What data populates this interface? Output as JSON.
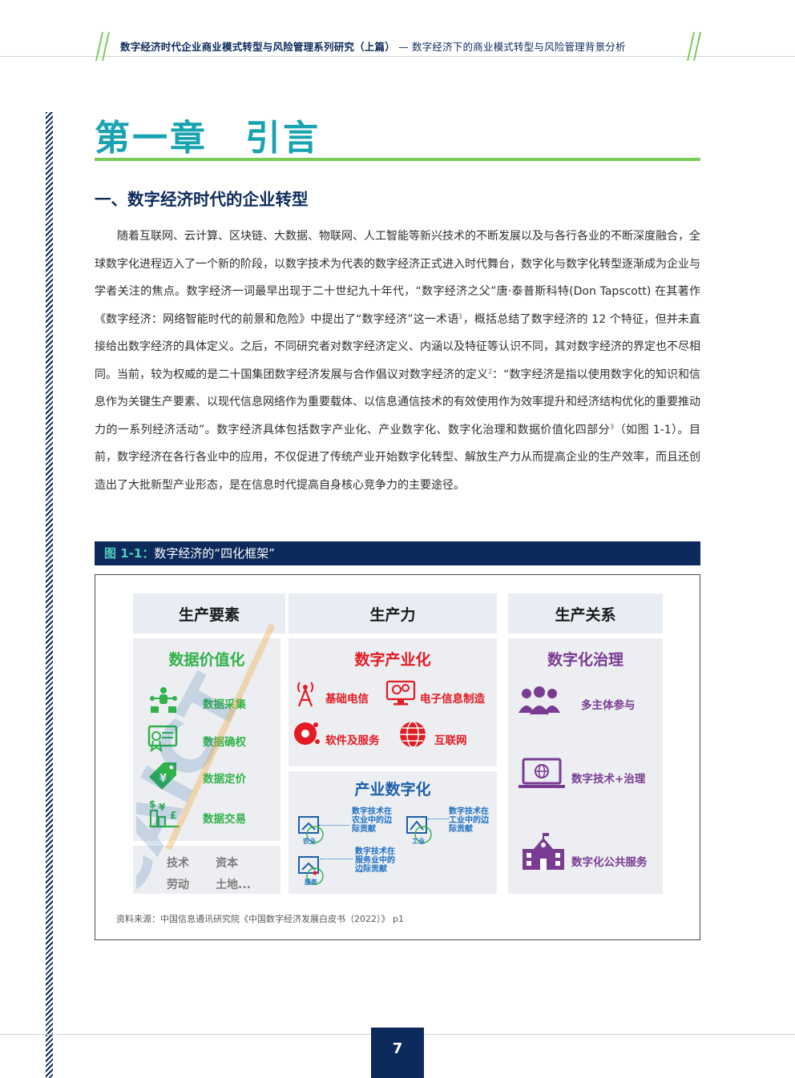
{
  "header": {
    "title_bold": "数字经济时代企业商业模式转型与风险管理系列研究（上篇）",
    "title_light": "— 数字经济下的商业模式转型与风险管理背景分析"
  },
  "chapter": {
    "title": "第一章　引言",
    "section_title": "一、数字经济时代的企业转型"
  },
  "body": {
    "p1_a": "随着互联网、云计算、区块链、大数据、物联网、人工智能等新兴技术的不断发展以及与各行各业的不断深度融合，全球数字化进程迈入了一个新的阶段，以数字技术为代表的数字经济正式进入时代舞台，数字化与数字化转型逐渐成为企业与学者关注的焦点。数字经济一词最早出现于二十世纪九十年代，“数字经济之父”唐·泰普斯科特(Don Tapscott) 在其著作《数字经济：网络智能时代的前景和危险》中提出了“数字经济”这一术语",
    "fn1": "1",
    "p1_b": "，概括总结了数字经济的 12 个特征，但并未直接给出数字经济的具体定义。之后，不同研究者对数字经济定义、内涵以及特征等认识不同，其对数字经济的界定也不尽相同。当前，较为权威的是二十国集团数字经济发展与合作倡议对数字经济的定义",
    "fn2": "2",
    "p1_c": "：“数字经济是指以使用数字化的知识和信息作为关键生产要素、以现代信息网络作为重要载体、以信息通信技术的有效使用作为效率提升和经济结构优化的重要推动力的一系列经济活动”。数字经济具体包括数字产业化、产业数字化、数字化治理和数据价值化四部分",
    "fn3": "3",
    "p1_d": "（如图 1-1）。目前，数字经济在各行各业中的应用，不仅促进了传统产业开始数字化转型、解放生产力从而提高企业的生产效率，而且还创造出了大批新型产业形态，是在信息时代提高自身核心竞争力的主要途径。"
  },
  "figure": {
    "label": "图 1-1：",
    "caption": "数字经济的“四化框架”",
    "watermark": "CAICT",
    "headers": [
      "生产要素",
      "生产力",
      "生产关系"
    ],
    "col1": {
      "title": "数据价值化",
      "items": [
        "数据采集",
        "数据确权",
        "数据定价",
        "数据交易"
      ],
      "base": [
        "技术",
        "资本",
        "劳动",
        "土地..."
      ]
    },
    "col2_top": {
      "title": "数字产业化",
      "items": [
        "基础电信",
        "电子信息制造",
        "软件及服务",
        "互联网"
      ]
    },
    "col2_bottom": {
      "title": "产业数字化",
      "agri": "数字技术在农业中的边际贡献",
      "agri_l1": "数字技术在",
      "agri_l2": "农业中的边",
      "agri_l3": "际贡献",
      "ind_l1": "数字技术在",
      "ind_l2": "工业中的边",
      "ind_l3": "际贡献",
      "svc_l1": "数字技术在",
      "svc_l2": "服务业中的",
      "svc_l3": "边际贡献",
      "tag_agri": "农业",
      "tag_ind": "工业",
      "tag_svc": "服务"
    },
    "col3": {
      "title": "数字化治理",
      "items": [
        "多主体参与",
        "数字技术+治理",
        "数字化公共服务"
      ]
    },
    "source": "资料来源：中国信息通讯研究院《中国数字经济发展白皮书（2022）》 p1"
  },
  "footer": {
    "page_number": "7"
  },
  "colors": {
    "navy": "#0d2a5c",
    "teal": "#19a3b1",
    "green": "#7ccb57",
    "data_green": "#2fb24a",
    "industry_red": "#e31b23",
    "industry_blue": "#1d5fa8",
    "governance_purple": "#7a3b93"
  }
}
